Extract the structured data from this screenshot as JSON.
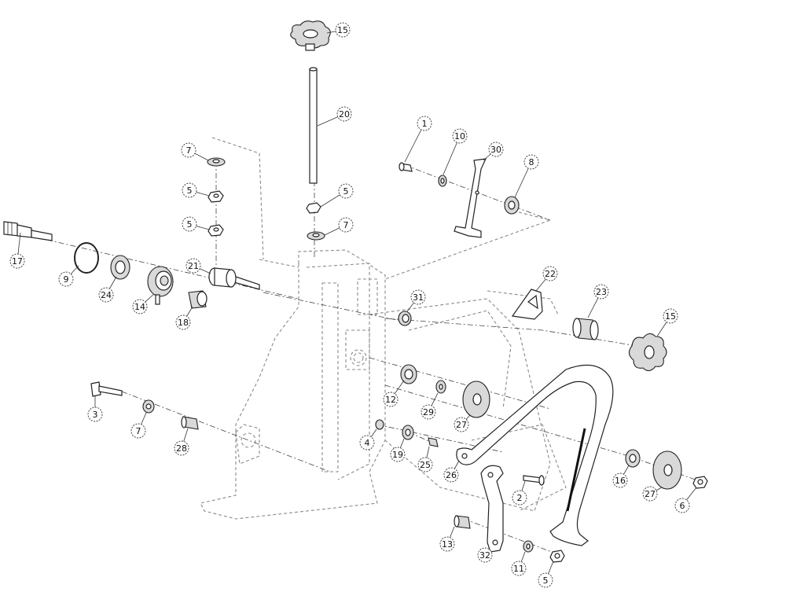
{
  "callouts": [
    {
      "id": "c15a",
      "label": "15"
    },
    {
      "id": "c20",
      "label": "20"
    },
    {
      "id": "c1",
      "label": "1"
    },
    {
      "id": "c10",
      "label": "10"
    },
    {
      "id": "c30",
      "label": "30"
    },
    {
      "id": "c8",
      "label": "8"
    },
    {
      "id": "c7a",
      "label": "7"
    },
    {
      "id": "c5a",
      "label": "5"
    },
    {
      "id": "c5b",
      "label": "5"
    },
    {
      "id": "c5c",
      "label": "5"
    },
    {
      "id": "c7b",
      "label": "7"
    },
    {
      "id": "c17",
      "label": "17"
    },
    {
      "id": "c9",
      "label": "9"
    },
    {
      "id": "c24",
      "label": "24"
    },
    {
      "id": "c14",
      "label": "14"
    },
    {
      "id": "c21",
      "label": "21"
    },
    {
      "id": "c18",
      "label": "18"
    },
    {
      "id": "c31",
      "label": "31"
    },
    {
      "id": "c22",
      "label": "22"
    },
    {
      "id": "c23",
      "label": "23"
    },
    {
      "id": "c15b",
      "label": "15"
    },
    {
      "id": "c3",
      "label": "3"
    },
    {
      "id": "c7c",
      "label": "7"
    },
    {
      "id": "c28",
      "label": "28"
    },
    {
      "id": "c12",
      "label": "12"
    },
    {
      "id": "c29",
      "label": "29"
    },
    {
      "id": "c27a",
      "label": "27"
    },
    {
      "id": "c4",
      "label": "4"
    },
    {
      "id": "c19",
      "label": "19"
    },
    {
      "id": "c25",
      "label": "25"
    },
    {
      "id": "c26",
      "label": "26"
    },
    {
      "id": "c2",
      "label": "2"
    },
    {
      "id": "c16",
      "label": "16"
    },
    {
      "id": "c27b",
      "label": "27"
    },
    {
      "id": "c6",
      "label": "6"
    },
    {
      "id": "c13",
      "label": "13"
    },
    {
      "id": "c32",
      "label": "32"
    },
    {
      "id": "c11",
      "label": "11"
    },
    {
      "id": "c5d",
      "label": "5"
    }
  ]
}
